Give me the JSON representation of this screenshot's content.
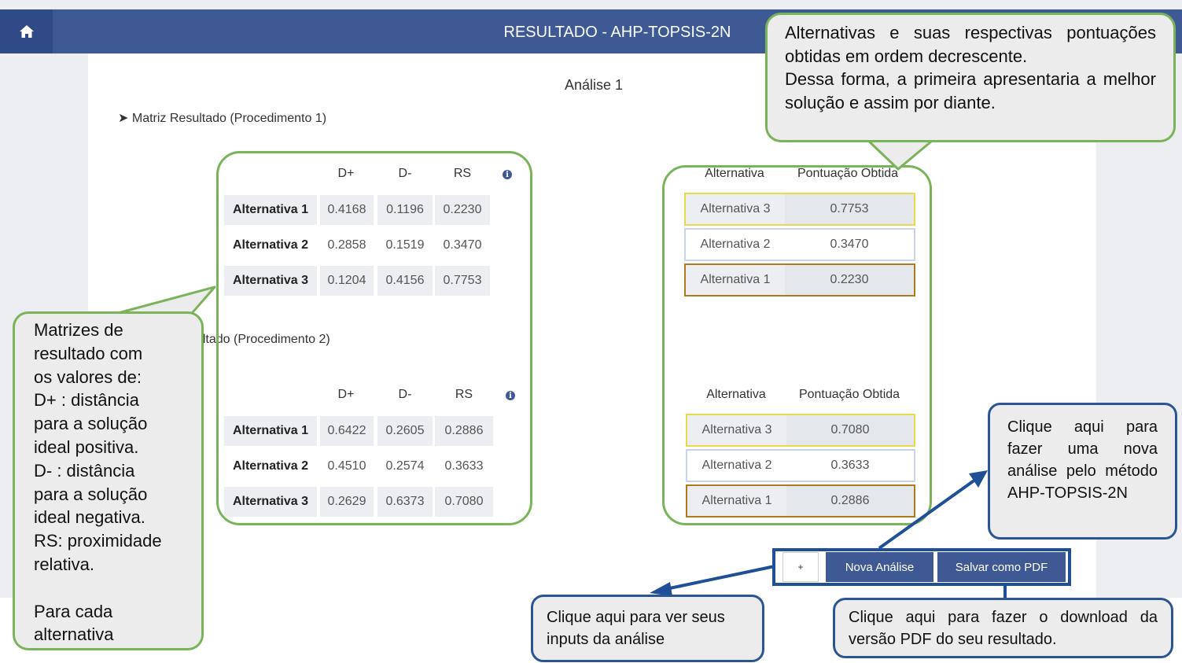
{
  "header": {
    "title": "RESULTADO - AHP-TOPSIS-2N",
    "home_icon": "home-icon"
  },
  "analysis_title": "Análise 1",
  "section1": {
    "title": "Matriz Resultado (Procedimento 1)"
  },
  "section2": {
    "title_visible": "ltado (Procedimento 2)"
  },
  "matrix_headers": {
    "dplus": "D+",
    "dminus": "D-",
    "rs": "RS"
  },
  "matrix1": [
    {
      "label": "Alternativa 1",
      "dplus": "0.4168",
      "dminus": "0.1196",
      "rs": "0.2230"
    },
    {
      "label": "Alternativa 2",
      "dplus": "0.2858",
      "dminus": "0.1519",
      "rs": "0.3470"
    },
    {
      "label": "Alternativa 3",
      "dplus": "0.1204",
      "dminus": "0.4156",
      "rs": "0.7753"
    }
  ],
  "matrix2": [
    {
      "label": "Alternativa 1",
      "dplus": "0.6422",
      "dminus": "0.2605",
      "rs": "0.2886"
    },
    {
      "label": "Alternativa 2",
      "dplus": "0.4510",
      "dminus": "0.2574",
      "rs": "0.3633"
    },
    {
      "label": "Alternativa 3",
      "dplus": "0.2629",
      "dminus": "0.6373",
      "rs": "0.7080"
    }
  ],
  "ranking_headers": {
    "alt": "Alternativa",
    "score": "Pontuação Obtida"
  },
  "ranking1": [
    {
      "alt": "Alternativa 3",
      "score": "0.7753"
    },
    {
      "alt": "Alternativa 2",
      "score": "0.3470"
    },
    {
      "alt": "Alternativa 1",
      "score": "0.2230"
    }
  ],
  "ranking2": [
    {
      "alt": "Alternativa 3",
      "score": "0.7080"
    },
    {
      "alt": "Alternativa 2",
      "score": "0.3633"
    },
    {
      "alt": "Alternativa 1",
      "score": "0.2886"
    }
  ],
  "buttons": {
    "plus": "+",
    "nova": "Nova Análise",
    "pdf": "Salvar como PDF"
  },
  "callouts": {
    "top_right_l1": "Alternativas e suas respectivas pontuações obtidas em ordem decrescente.",
    "top_right_l2": "Dessa forma, a primeira apresentaria a melhor solução e assim por diante.",
    "left_lines": [
      "Matrizes de",
      "resultado com",
      "os valores de:",
      "D+ : distância",
      "para a solução",
      "ideal positiva.",
      "D- : distância",
      "para a solução",
      "ideal negativa.",
      "RS: proximidade",
      "relativa.",
      "",
      "Para cada",
      "alternativa"
    ],
    "nova": "Clique aqui para fazer uma nova análise pelo método AHP-TOPSIS-2N",
    "inputs": "Clique aqui para ver seus inputs da análise",
    "pdf": "Clique aqui para fazer o download da versão PDF do seu resultado."
  },
  "colors": {
    "header": "#3f5995",
    "green": "#7bb35a",
    "blue_border": "#1f4f96",
    "first_border": "#e4dc4a",
    "last_border": "#b07a1a",
    "mid_border": "#c7d3e6"
  }
}
